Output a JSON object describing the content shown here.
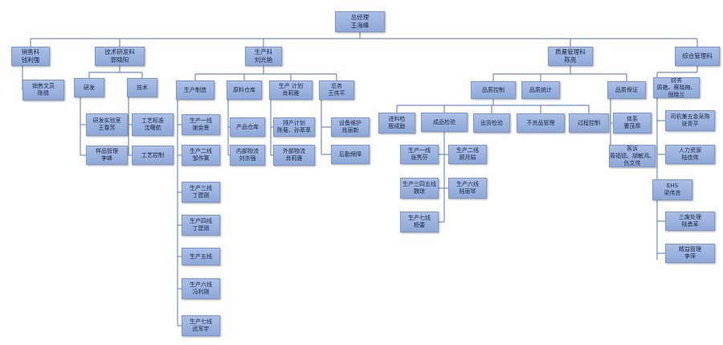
{
  "nodes": [
    {
      "id": "gm",
      "l1": "总经理",
      "l2": "王海峰"
    },
    {
      "id": "sales",
      "l1": "销售科",
      "l2": "钱利强"
    },
    {
      "id": "sales_clerk",
      "l1": "销售文员",
      "l2": "陈倩"
    },
    {
      "id": "tech",
      "l1": "技术研发科",
      "l2": "郭晓阳"
    },
    {
      "id": "rd",
      "l1": "研发",
      "l2": ""
    },
    {
      "id": "rd_lab",
      "l1": "研发实验室",
      "l2": "王春芳"
    },
    {
      "id": "sample",
      "l1": "样品管理",
      "l2": "李峰"
    },
    {
      "id": "technique",
      "l1": "技术",
      "l2": ""
    },
    {
      "id": "proc_std",
      "l1": "工艺标准",
      "l2": "沈曙航"
    },
    {
      "id": "proc_ctrl",
      "l1": "工艺控制",
      "l2": ""
    },
    {
      "id": "prod",
      "l1": "生产科",
      "l2": "刘光艳"
    },
    {
      "id": "mfg",
      "l1": "生产制造",
      "l2": ""
    },
    {
      "id": "line1",
      "l1": "生产一线",
      "l2": "谢金景"
    },
    {
      "id": "line2",
      "l1": "生产二线",
      "l2": "邹作寓"
    },
    {
      "id": "line3",
      "l1": "生产三线",
      "l2": "丁建刚"
    },
    {
      "id": "line4",
      "l1": "生产四线",
      "l2": "丁建刚"
    },
    {
      "id": "line5",
      "l1": "生产五线",
      "l2": ""
    },
    {
      "id": "line6",
      "l1": "生产六线",
      "l2": "冯利刚"
    },
    {
      "id": "line7",
      "l1": "生产七线",
      "l2": "武军宇"
    },
    {
      "id": "raw",
      "l1": "原料仓库",
      "l2": ""
    },
    {
      "id": "prod_wh",
      "l1": "产品仓库",
      "l2": ""
    },
    {
      "id": "int_log",
      "l1": "内部物流",
      "l2": "刘亦强"
    },
    {
      "id": "plan",
      "l1": "生产 计划",
      "l2": "肖莉雅"
    },
    {
      "id": "sched",
      "l1": "排产计划",
      "l2": "陈菊、孙萃萃"
    },
    {
      "id": "ext_log",
      "l1": "外部物流",
      "l2": "肖莉雅"
    },
    {
      "id": "general",
      "l1": "总务",
      "l2": "王伟平"
    },
    {
      "id": "equip",
      "l1": "设备维护",
      "l2": "肖丽新"
    },
    {
      "id": "logistics",
      "l1": "后勤保障",
      "l2": ""
    },
    {
      "id": "qm",
      "l1": "质量管理科",
      "l2": "陈亮"
    },
    {
      "id": "qc",
      "l1": "品质控制",
      "l2": ""
    },
    {
      "id": "incoming",
      "l1": "进料检",
      "l2": "殷成励"
    },
    {
      "id": "final",
      "l1": "成品检验",
      "l2": ""
    },
    {
      "id": "l1q",
      "l1": "生产一线",
      "l2": "张秀芬"
    },
    {
      "id": "l2q",
      "l1": "生产二线",
      "l2": "顾月娟"
    },
    {
      "id": "l345q",
      "l1": "生产三四五线",
      "l2": "魏琼"
    },
    {
      "id": "l6q",
      "l1": "生产六线",
      "l2": "陆丽琴"
    },
    {
      "id": "l7q",
      "l1": "生产七线",
      "l2": "杨蕾"
    },
    {
      "id": "shipping",
      "l1": "出货检验",
      "l2": ""
    },
    {
      "id": "defect",
      "l1": "不良品管理",
      "l2": ""
    },
    {
      "id": "process_ctrl",
      "l1": "过程控制",
      "l2": ""
    },
    {
      "id": "qstat",
      "l1": "品质统计",
      "l2": ""
    },
    {
      "id": "qa",
      "l1": "品质保证",
      "l2": ""
    },
    {
      "id": "system",
      "l1": "体系",
      "l2": "曹茂章"
    },
    {
      "id": "complaint",
      "l1": "客诉",
      "l2": "周福德、胡敏鸿、",
      "l3": "仇文伟"
    },
    {
      "id": "admin",
      "l1": "综合管理科",
      "l2": ""
    },
    {
      "id": "finance",
      "l1": "财务",
      "l2": "周艳、蔡晓梅、",
      "l3": "倪晓兰"
    },
    {
      "id": "driver",
      "l1": "司机兼五金采购",
      "l2": "张青平"
    },
    {
      "id": "hr",
      "l1": "人力资源",
      "l2": "陆佳伟"
    },
    {
      "id": "ehs",
      "l1": "EHS",
      "l2": "梁伟良"
    },
    {
      "id": "waste",
      "l1": "三废处理",
      "l2": "陆勇革"
    },
    {
      "id": "lean",
      "l1": "精益管理",
      "l2": "李萍"
    }
  ]
}
